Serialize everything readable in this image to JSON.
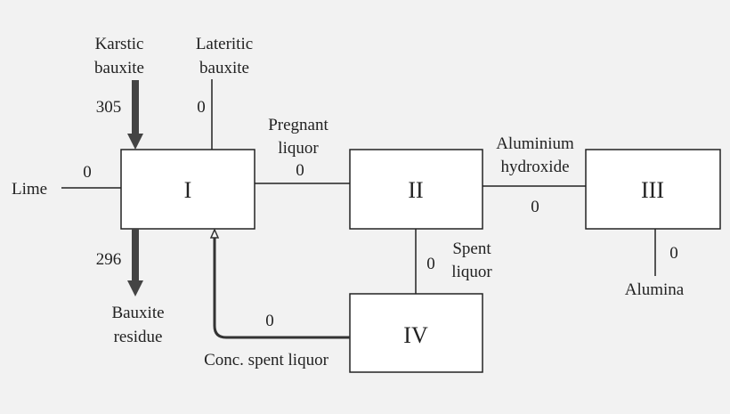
{
  "diagram": {
    "boxes": {
      "I": "I",
      "II": "II",
      "III": "III",
      "IV": "IV"
    },
    "inputs": {
      "karstic": {
        "label_line1": "Karstic",
        "label_line2": "bauxite",
        "value": "305"
      },
      "lateritic": {
        "label_line1": "Lateritic",
        "label_line2": "bauxite",
        "value": "0"
      },
      "lime": {
        "label": "Lime",
        "value": "0"
      }
    },
    "streams": {
      "pregnant_liquor": {
        "label_line1": "Pregnant",
        "label_line2": "liquor",
        "value": "0"
      },
      "aluminium_hydroxide": {
        "label_line1": "Aluminium",
        "label_line2": "hydroxide",
        "value": "0"
      },
      "spent_liquor": {
        "label_line1": "Spent",
        "label_line2": "liquor",
        "value": "0"
      },
      "conc_spent_liquor": {
        "label": "Conc. spent liquor",
        "value": "0"
      }
    },
    "outputs": {
      "bauxite_residue": {
        "label_line1": "Bauxite",
        "label_line2": "residue",
        "value": "296"
      },
      "alumina": {
        "label": "Alumina",
        "value": "0"
      }
    }
  }
}
